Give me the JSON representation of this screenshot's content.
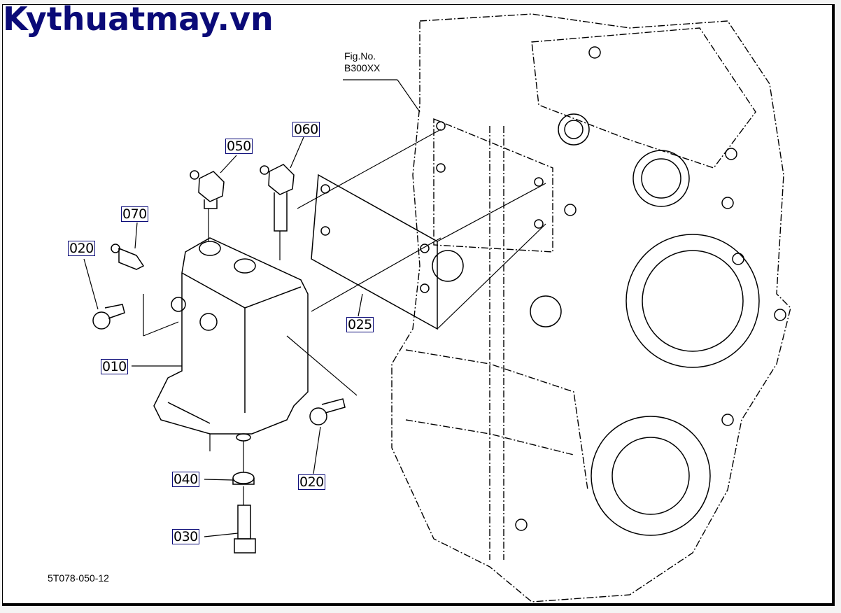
{
  "watermark": "Kythuatmay.vn",
  "figure_ref": {
    "line1": "Fig.No.",
    "line2": "B300XX"
  },
  "diagram_code": "5T078-050-12",
  "callouts": [
    {
      "id": "050",
      "part": "elbow-fitting"
    },
    {
      "id": "060",
      "part": "elbow-fitting-long"
    },
    {
      "id": "070",
      "part": "straight-fitting"
    },
    {
      "id": "020",
      "part": "plug-upper"
    },
    {
      "id": "010",
      "part": "valve-body"
    },
    {
      "id": "025",
      "part": "gasket"
    },
    {
      "id": "040",
      "part": "nut"
    },
    {
      "id": "030",
      "part": "bolt"
    },
    {
      "id": "020",
      "part": "plug-lower"
    }
  ],
  "colors": {
    "watermark": "#0a0a78",
    "callout_border": "#0a0a78",
    "line": "#000000"
  }
}
